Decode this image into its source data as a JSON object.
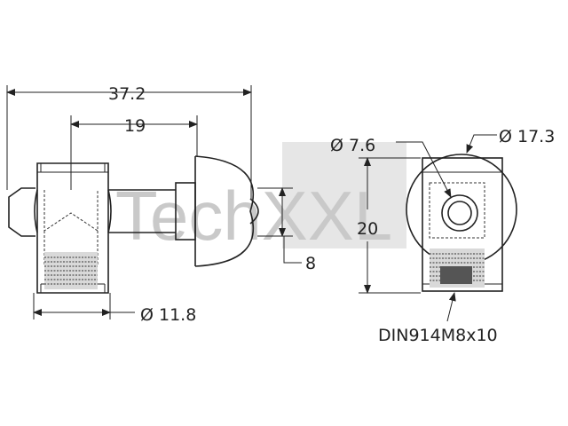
{
  "diagram": {
    "watermark": "TechXXL",
    "dimensions": {
      "overall_length": "37.2",
      "pin_length": "19",
      "pin_diameter": "8",
      "body_diameter": "Ø 11.8",
      "bore_diameter": "Ø 7.6",
      "head_diameter": "Ø 17.3",
      "height": "20",
      "screw_spec": "DIN914M8x10"
    }
  }
}
